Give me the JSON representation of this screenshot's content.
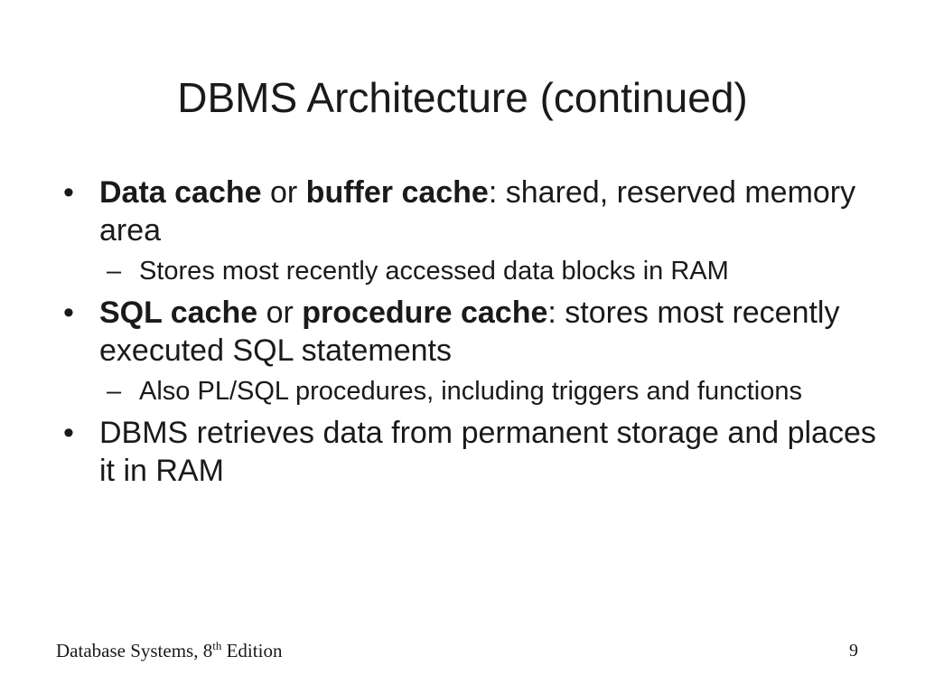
{
  "slide": {
    "title": "DBMS Architecture (continued)",
    "bullet_marker": "•",
    "sub_marker": "–",
    "bullets": [
      {
        "term1": "Data cache",
        "connector": " or ",
        "term2": "buffer cache",
        "text": ": shared, reserved memory area",
        "sub": "Stores most recently accessed data blocks in RAM"
      },
      {
        "term1": "SQL cache",
        "connector": " or ",
        "term2": "procedure cache",
        "text": ": stores most recently executed SQL statements",
        "sub": "Also PL/SQL procedures, including triggers and functions"
      },
      {
        "text": "DBMS retrieves data from permanent storage and places it in RAM"
      }
    ]
  },
  "footer": {
    "book_title": "Database Systems, 8",
    "superscript": "th",
    "edition": " Edition",
    "page_number": "9"
  }
}
